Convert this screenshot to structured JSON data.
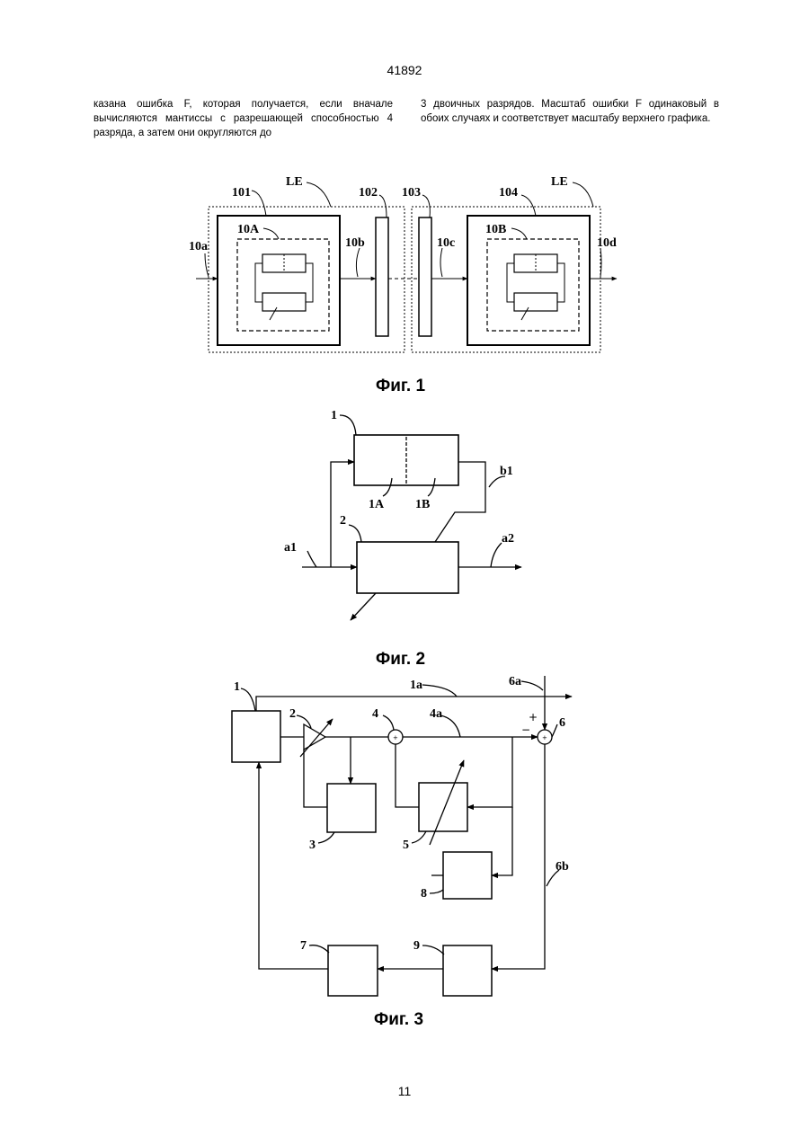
{
  "page": {
    "header_number": "41892",
    "footer_number": "11",
    "text_left": "казана ошибка F, которая получается, если вначале вычисляются мантиссы с разрешающей способностью 4 разряда, а затем они округляются до",
    "text_right": "3 двоичных разрядов. Масштаб ошибки F одинаковый в обоих случаях и соответствует масштабу верхнего графика."
  },
  "fig1": {
    "caption": "Фиг. 1",
    "labels": {
      "le_left": "LE",
      "le_right": "LE",
      "b101": "101",
      "b102": "102",
      "b103": "103",
      "b104": "104",
      "b10A": "10A",
      "b10B": "10B",
      "s10a": "10a",
      "s10b": "10b",
      "s10c": "10c",
      "s10d": "10d"
    }
  },
  "fig2": {
    "caption": "Фиг. 2",
    "labels": {
      "n1": "1",
      "n1A": "1A",
      "n1B": "1B",
      "b1": "b1",
      "n2": "2",
      "a1": "a1",
      "a2": "a2"
    }
  },
  "fig3": {
    "caption": "Фиг. 3",
    "labels": {
      "n1": "1",
      "n1a": "1a",
      "n6a": "6a",
      "n2": "2",
      "n4": "4",
      "n4a": "4a",
      "n6": "6",
      "n3": "3",
      "n5": "5",
      "n8": "8",
      "n6b": "6b",
      "n7": "7",
      "n9": "9",
      "plus_in": "+",
      "minus_in": "−",
      "plus4": "+",
      "plus6": "+"
    }
  }
}
